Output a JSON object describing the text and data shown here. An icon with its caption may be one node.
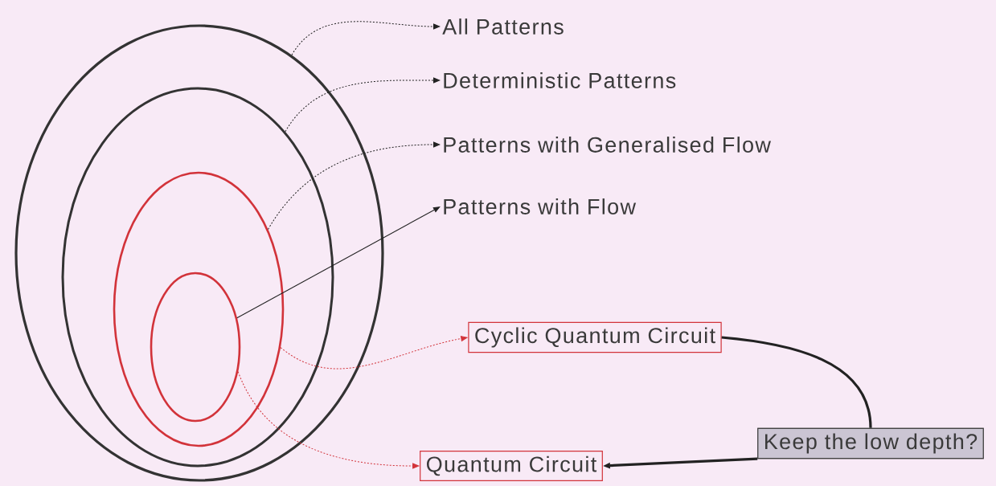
{
  "diagram": {
    "nodes": [
      {
        "text": [],
        "shape": "ellipse"
      },
      {
        "text": [],
        "shape": "ellipse",
        "in": 0
      },
      {
        "text": [],
        "shape": "ellipse",
        "in": 1
      },
      {
        "text": [],
        "shape": "ellipse",
        "in": 2
      },
      {
        "text": [
          "All Patterns"
        ]
      },
      {
        "text": [
          "Deterministic Patterns"
        ]
      },
      {
        "text": [
          "Patterns with Generalised Flow"
        ]
      },
      {
        "text": [
          "Patterns with Flow"
        ]
      },
      {
        "text": [
          "Cyclic Quantum Circuit"
        ]
      },
      {
        "text": [
          "Keep the low depth?"
        ]
      },
      {
        "text": [
          "Quantum Circuit"
        ]
      }
    ],
    "edges": [
      {
        "from": 0,
        "to": 4,
        "arrow": "to",
        "style": "dashed"
      },
      {
        "from": 1,
        "to": 5,
        "arrow": "to",
        "style": "dashed"
      },
      {
        "from": 2,
        "to": 6,
        "arrow": "to",
        "style": "dashed"
      },
      {
        "from": 3,
        "to": 7,
        "arrow": "to"
      },
      {
        "from": 2,
        "to": 8,
        "arrow": "to",
        "style": "dashed",
        "color": "#d2333a"
      },
      {
        "from": 3,
        "to": 10,
        "arrow": "to",
        "style": "dashed",
        "color": "#d2333a"
      },
      {
        "from": 8,
        "to": 9,
        "arrow": "none",
        "style": "thick"
      },
      {
        "from": 9,
        "to": 10,
        "arrow": "to",
        "style": "thick"
      }
    ]
  }
}
